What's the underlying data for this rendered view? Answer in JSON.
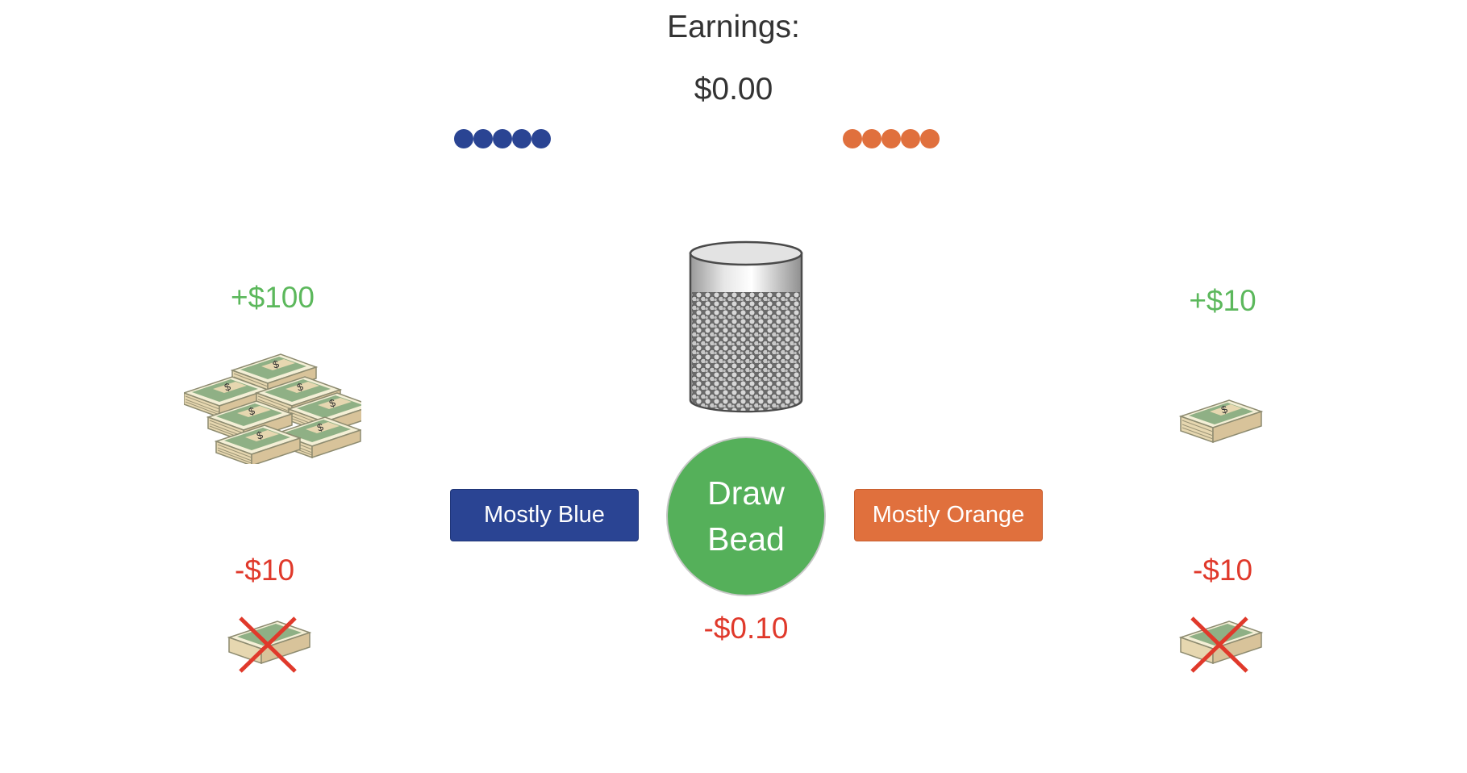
{
  "earnings": {
    "label": "Earnings:",
    "value": "$0.00"
  },
  "beads": {
    "blue": {
      "count": 5,
      "color": "#2a4493"
    },
    "orange": {
      "count": 5,
      "color": "#e0703d"
    }
  },
  "left_option": {
    "gain": "+$100",
    "loss": "-$10"
  },
  "right_option": {
    "gain": "+$10",
    "loss": "-$10"
  },
  "buttons": {
    "mostly_blue": "Mostly Blue",
    "draw_bead_line1": "Draw",
    "draw_bead_line2": "Bead",
    "mostly_orange": "Mostly Orange"
  },
  "draw_cost": "-$0.10",
  "colors": {
    "gain": "#5cb85c",
    "loss": "#e0392b",
    "draw_button": "#55b05a"
  },
  "icons": {
    "jar": "bead-jar-icon",
    "big_reward": "money-pile-icon",
    "small_reward": "money-stack-icon",
    "loss": "crossed-money-icon"
  }
}
